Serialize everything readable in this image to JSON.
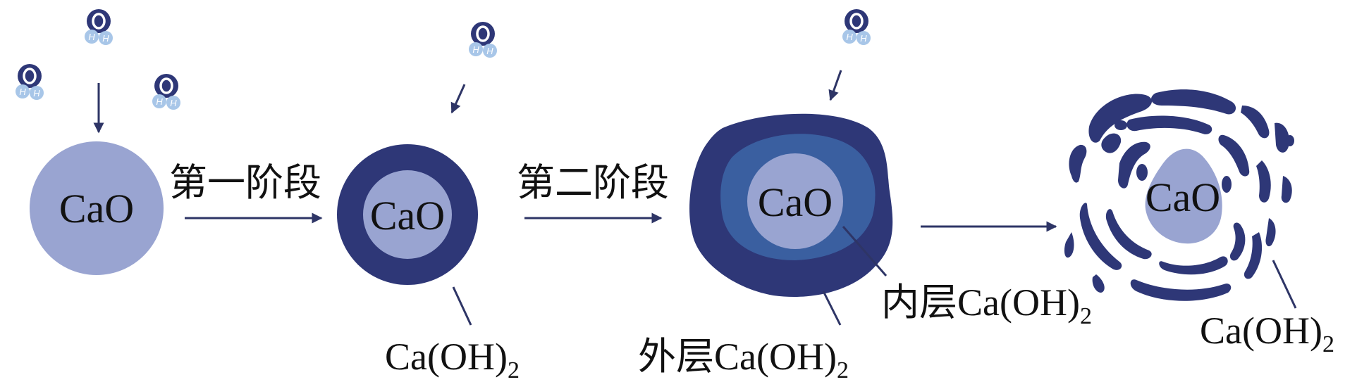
{
  "labels": {
    "cao_1": "CaO",
    "cao_2": "CaO",
    "cao_3": "CaO",
    "cao_4": "CaO",
    "stage_1": "第一阶段",
    "stage_2": "第二阶段",
    "caoh2_main": "Ca(OH)",
    "caoh2_sub": "2",
    "outer_prefix": "外层",
    "outer_main": "Ca(OH)",
    "outer_sub": "2",
    "inner_prefix": "内层",
    "inner_main": "Ca(OH)",
    "inner_sub": "2",
    "final_main": "Ca(OH)",
    "final_sub": "2",
    "water_o": "O",
    "water_h": "H"
  },
  "colors": {
    "cao": "#99a4d1",
    "outer_layer": "#2e3777",
    "inner_layer": "#3a5fa0",
    "arrow": "#2e3566",
    "water_o": "#2e3777",
    "water_h": "#a8c6e8"
  }
}
